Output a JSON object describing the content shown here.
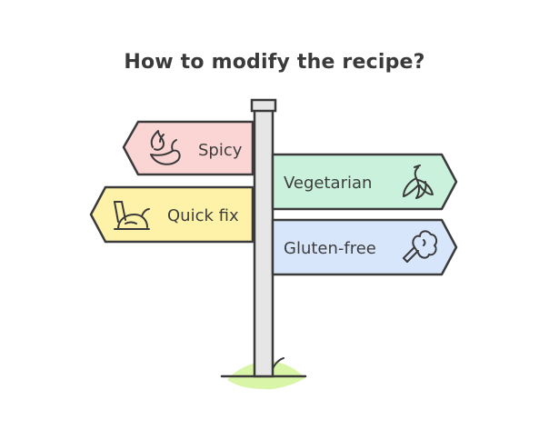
{
  "title": "How to modify the recipe?",
  "signs": [
    {
      "id": "spicy",
      "label": "Spicy",
      "icon": "chili-pepper-icon",
      "color": "#fbd4d4",
      "direction": "left"
    },
    {
      "id": "vegetarian",
      "label": "Vegetarian",
      "icon": "banana-icon",
      "color": "#c9f1dc",
      "direction": "right"
    },
    {
      "id": "quick-fix",
      "label": "Quick fix",
      "icon": "roast-chicken-icon",
      "color": "#fdf2a8",
      "direction": "left"
    },
    {
      "id": "gluten-free",
      "label": "Gluten-free",
      "icon": "broccoli-icon",
      "color": "#d7e6fb",
      "direction": "right"
    }
  ],
  "colors": {
    "outline": "#3a3a3a",
    "post": "#e6e6e6",
    "grass": "#d9f5a8"
  }
}
